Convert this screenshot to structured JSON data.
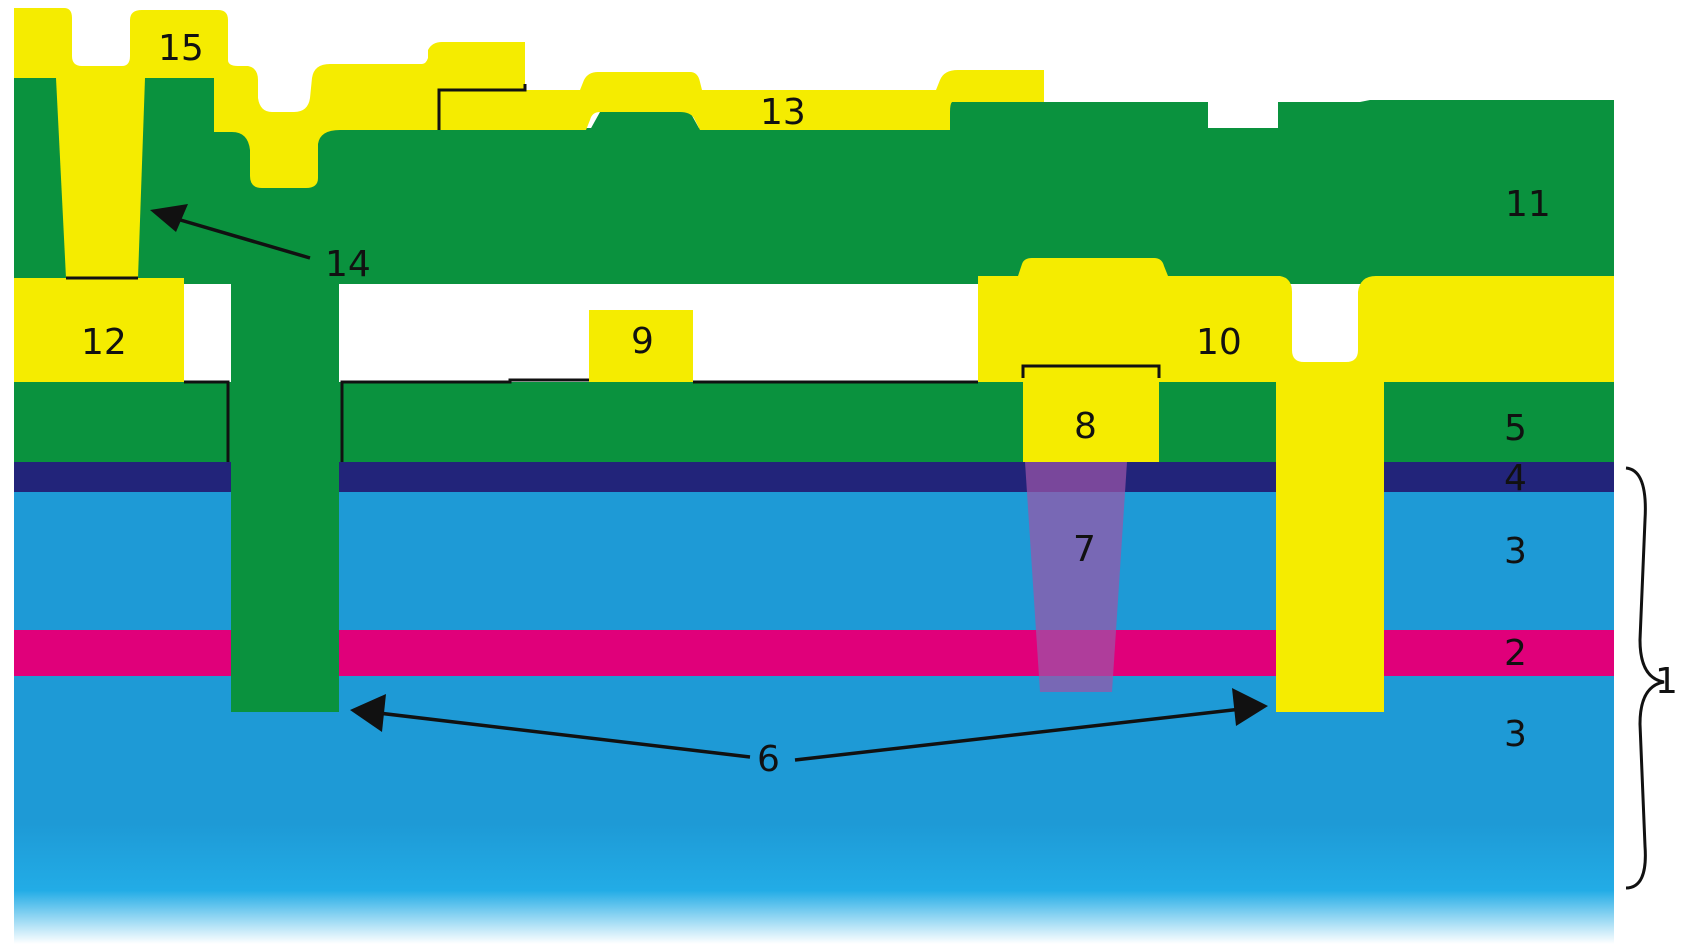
{
  "colors": {
    "substrate": "#1e9ad6",
    "buried_layer": "#e0007a",
    "top_thin_layer": "#22247a",
    "dielectric": "#0a923e",
    "metal": "#f5ec00",
    "implant": "#9b54a8",
    "line": "#111111"
  },
  "labels": {
    "l1": "1",
    "l2": "2",
    "l3a": "3",
    "l3b": "3",
    "l4": "4",
    "l5": "5",
    "l6": "6",
    "l7": "7",
    "l8": "8",
    "l9": "9",
    "l10": "10",
    "l11": "11",
    "l12": "12",
    "l13": "13",
    "l14": "14",
    "l15": "15"
  }
}
